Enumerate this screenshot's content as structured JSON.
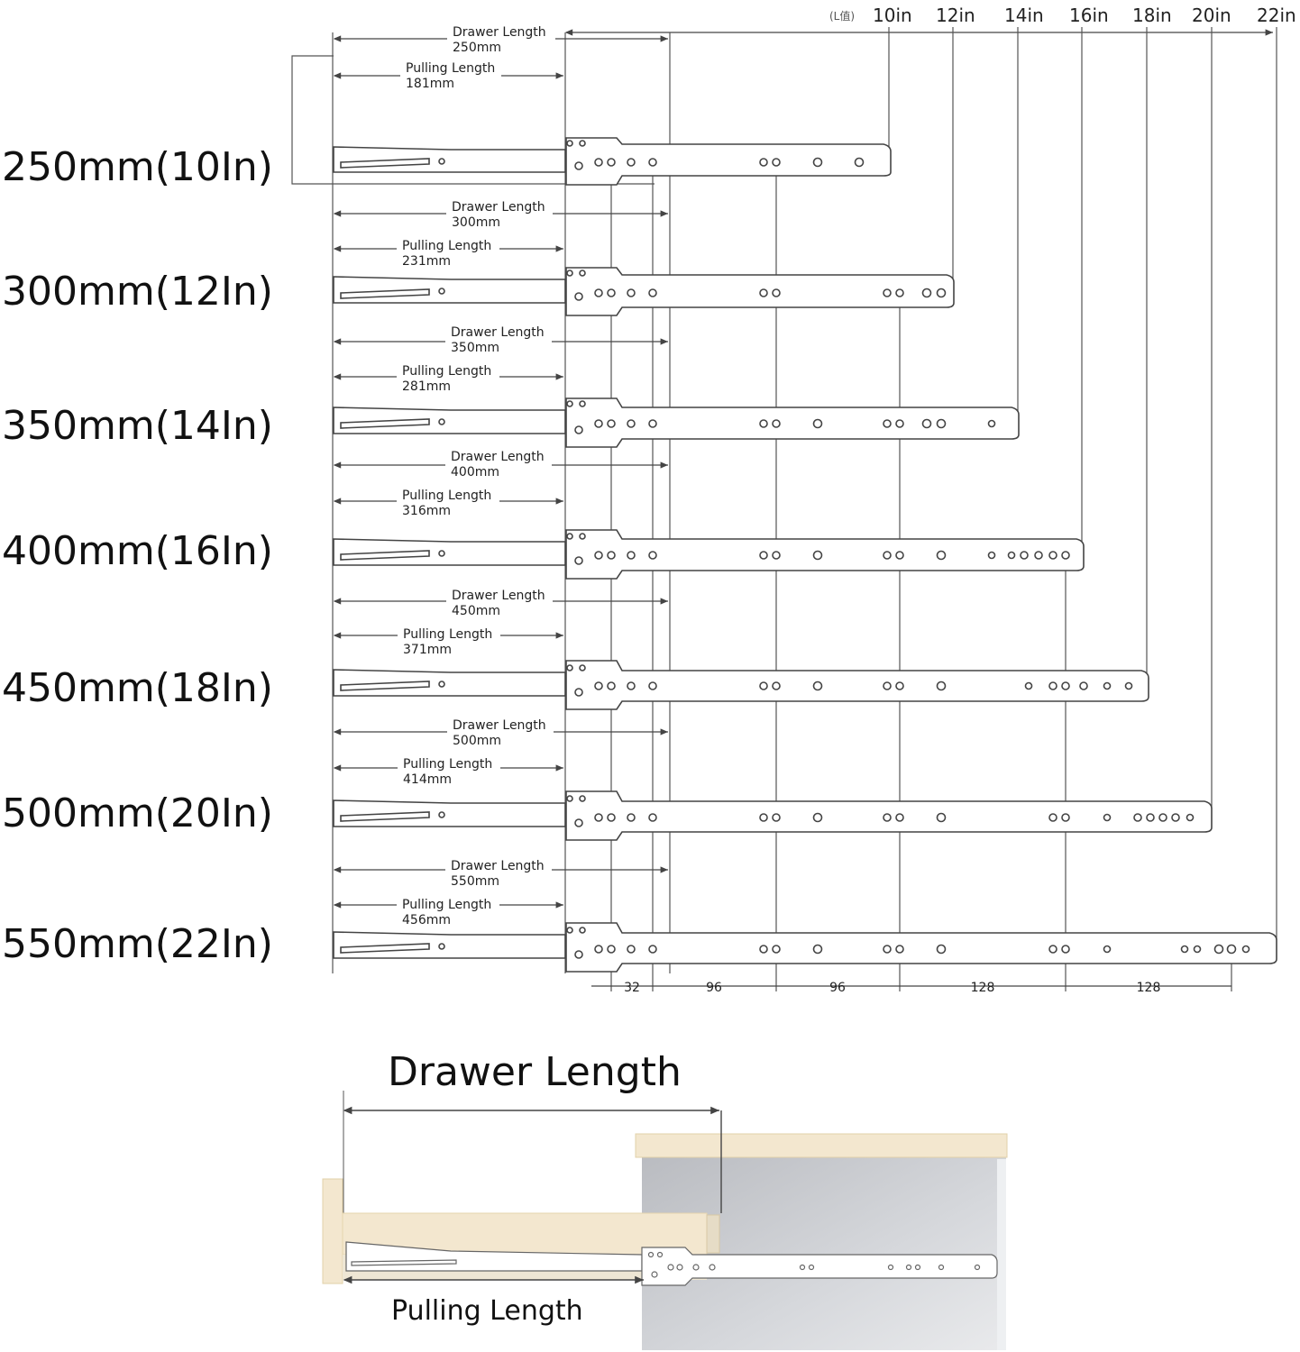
{
  "header": {
    "l_label": "(L值)",
    "inches": [
      "10in",
      "12in",
      "14in",
      "16in",
      "18in",
      "20in",
      "22in"
    ]
  },
  "rows": [
    {
      "label": "250mm(10In)",
      "drawer_word": "Drawer Length",
      "drawer_value": "250mm",
      "pulling_word": "Pulling Length",
      "pulling_value": "181mm"
    },
    {
      "label": "300mm(12In)",
      "drawer_word": "Drawer Length",
      "drawer_value": "300mm",
      "pulling_word": "Pulling Length",
      "pulling_value": "231mm"
    },
    {
      "label": "350mm(14In)",
      "drawer_word": "Drawer Length",
      "drawer_value": "350mm",
      "pulling_word": "Pulling Length",
      "pulling_value": "281mm"
    },
    {
      "label": "400mm(16In)",
      "drawer_word": "Drawer Length",
      "drawer_value": "400mm",
      "pulling_word": "Pulling Length",
      "pulling_value": "316mm"
    },
    {
      "label": "450mm(18In)",
      "drawer_word": "Drawer Length",
      "drawer_value": "450mm",
      "pulling_word": "Pulling Length",
      "pulling_value": "371mm"
    },
    {
      "label": "500mm(20In)",
      "drawer_word": "Drawer Length",
      "drawer_value": "500mm",
      "pulling_word": "Pulling Length",
      "pulling_value": "414mm"
    },
    {
      "label": "550mm(22In)",
      "drawer_word": "Drawer Length",
      "drawer_value": "550mm",
      "pulling_word": "Pulling Length",
      "pulling_value": "456mm"
    }
  ],
  "spacing": [
    "32",
    "96",
    "96",
    "128",
    "128"
  ],
  "bottom": {
    "drawer_length": "Drawer Length",
    "pulling_length": "Pulling Length"
  },
  "colors": {
    "line": "#444444",
    "wood_light": "#f3e7cf",
    "wood_edge": "#e6d4ae",
    "cabinet_gray": "#c9cbcf"
  }
}
